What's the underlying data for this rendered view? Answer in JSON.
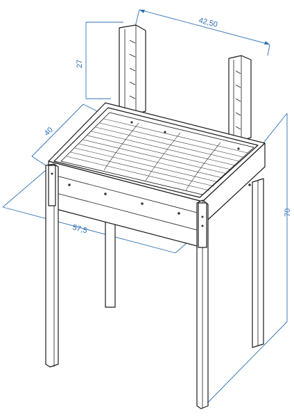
{
  "dimensions": {
    "width_top": "42,50",
    "upright_height": "27",
    "depth": "40",
    "length": "57,5",
    "height": "70"
  },
  "colors": {
    "dimension_line": "#2e6fb5",
    "outline": "#1a1a1a",
    "background": "#ffffff"
  }
}
